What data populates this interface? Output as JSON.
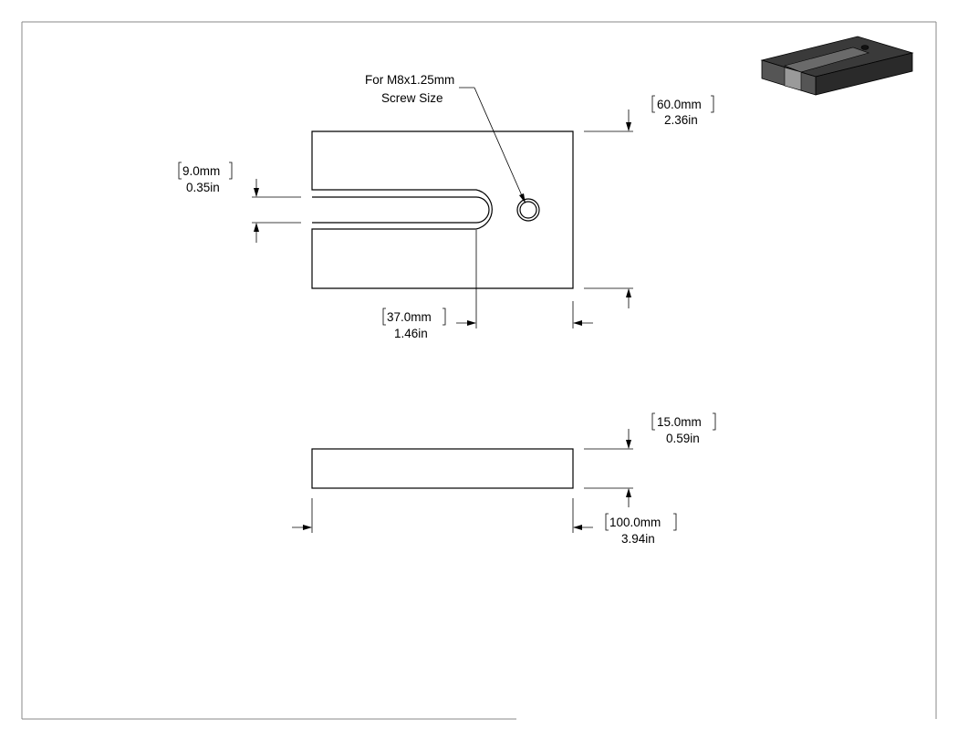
{
  "drawing": {
    "note": {
      "line1": "For M8x1.25mm",
      "line2": "Screw Size"
    },
    "dimensions": {
      "width_top": {
        "mm": "60.0mm",
        "in": "2.36in"
      },
      "slot_width": {
        "mm": "9.0mm",
        "in": "0.35in"
      },
      "slot_depth": {
        "mm": "37.0mm",
        "in": "1.46in"
      },
      "thickness": {
        "mm": "15.0mm",
        "in": "0.59in"
      },
      "length": {
        "mm": "100.0mm",
        "in": "3.94in"
      }
    },
    "colors": {
      "line": "#000000",
      "frame": "#888888",
      "iso_top": "#3a3a3a",
      "iso_side": "#555555",
      "iso_front": "#2a2a2a"
    }
  }
}
